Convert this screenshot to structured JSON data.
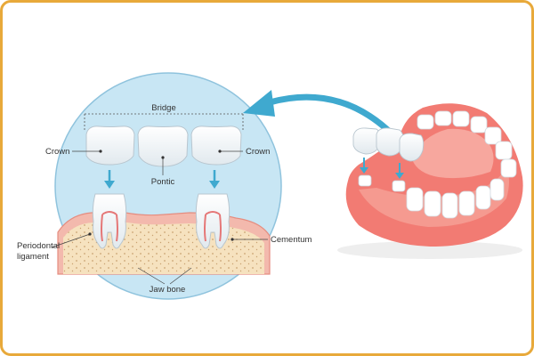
{
  "frame": {
    "border_color": "#e8a93a"
  },
  "colors": {
    "circle_fill": "#c8e6f4",
    "circle_stroke": "#8fc3dd",
    "arrow": "#3fa9cf",
    "gum": "#f3b9ad",
    "gum_edge": "#e58d80",
    "jaw_bone": "#f6e2bf",
    "bone_dots": "#c9a271",
    "tooth": "#ffffff",
    "tooth_shade": "#d9e3ea",
    "root_canal": "#e57777",
    "denture_gum": "#f27b73"
  },
  "labels": {
    "bridge": "Bridge",
    "crown_left": "Crown",
    "crown_right": "Crown",
    "pontic": "Pontic",
    "periodontal_line1": "Periodontal",
    "periodontal_line2": "ligament",
    "cementum": "Cementum",
    "jaw_bone": "Jaw bone"
  }
}
